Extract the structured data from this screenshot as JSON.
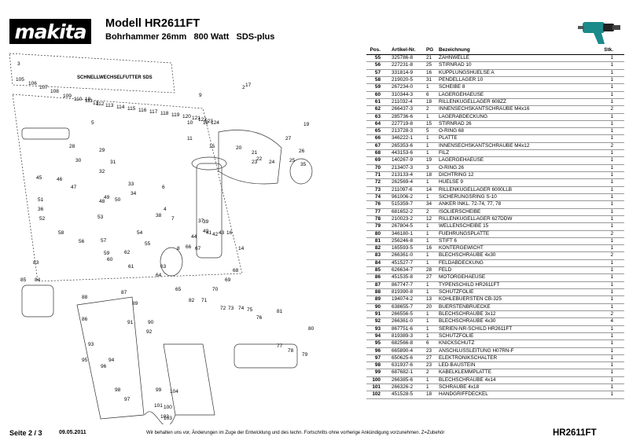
{
  "brand": "makita",
  "header": {
    "model": "Modell HR2611FT",
    "subtitle": "Bohrhammer 26mm   800 Watt   SDS-plus"
  },
  "diagram": {
    "caption": "SCHNELLWECHSELFUTTER SDS",
    "callouts": [
      {
        "num": "2"
      },
      {
        "num": "3"
      },
      {
        "num": "4"
      },
      {
        "num": "5"
      },
      {
        "num": "6"
      },
      {
        "num": "7"
      },
      {
        "num": "8"
      },
      {
        "num": "9"
      },
      {
        "num": "10"
      },
      {
        "num": "11"
      },
      {
        "num": "12"
      },
      {
        "num": "13"
      },
      {
        "num": "14"
      },
      {
        "num": "15"
      },
      {
        "num": "16"
      },
      {
        "num": "17"
      },
      {
        "num": "18"
      },
      {
        "num": "19"
      },
      {
        "num": "20"
      },
      {
        "num": "21"
      },
      {
        "num": "22"
      },
      {
        "num": "23"
      },
      {
        "num": "24"
      },
      {
        "num": "25"
      },
      {
        "num": "26"
      },
      {
        "num": "27"
      },
      {
        "num": "28"
      },
      {
        "num": "29"
      },
      {
        "num": "30"
      },
      {
        "num": "31"
      },
      {
        "num": "32"
      },
      {
        "num": "33"
      },
      {
        "num": "34"
      },
      {
        "num": "35"
      },
      {
        "num": "36"
      },
      {
        "num": "37"
      },
      {
        "num": "38"
      },
      {
        "num": "39"
      },
      {
        "num": "40"
      },
      {
        "num": "41"
      },
      {
        "num": "42"
      },
      {
        "num": "43"
      },
      {
        "num": "44"
      },
      {
        "num": "45"
      },
      {
        "num": "46"
      },
      {
        "num": "47"
      },
      {
        "num": "48"
      },
      {
        "num": "49"
      },
      {
        "num": "50"
      },
      {
        "num": "51"
      },
      {
        "num": "52"
      },
      {
        "num": "53"
      },
      {
        "num": "54"
      },
      {
        "num": "55"
      },
      {
        "num": "56"
      },
      {
        "num": "57"
      },
      {
        "num": "58"
      },
      {
        "num": "59"
      },
      {
        "num": "60"
      },
      {
        "num": "61"
      },
      {
        "num": "62"
      },
      {
        "num": "63"
      },
      {
        "num": "64"
      },
      {
        "num": "65"
      },
      {
        "num": "66"
      },
      {
        "num": "67"
      },
      {
        "num": "68"
      },
      {
        "num": "69"
      },
      {
        "num": "70"
      },
      {
        "num": "71"
      },
      {
        "num": "72"
      },
      {
        "num": "73"
      },
      {
        "num": "74"
      },
      {
        "num": "75"
      },
      {
        "num": "76"
      },
      {
        "num": "77"
      },
      {
        "num": "78"
      },
      {
        "num": "79"
      },
      {
        "num": "80"
      },
      {
        "num": "81"
      },
      {
        "num": "82"
      },
      {
        "num": "83"
      },
      {
        "num": "84"
      },
      {
        "num": "85"
      },
      {
        "num": "86"
      },
      {
        "num": "87"
      },
      {
        "num": "88"
      },
      {
        "num": "89"
      },
      {
        "num": "90"
      },
      {
        "num": "91"
      },
      {
        "num": "92"
      },
      {
        "num": "93"
      },
      {
        "num": "94"
      },
      {
        "num": "95"
      },
      {
        "num": "96"
      },
      {
        "num": "97"
      },
      {
        "num": "98"
      },
      {
        "num": "99"
      },
      {
        "num": "100"
      },
      {
        "num": "101"
      },
      {
        "num": "102"
      },
      {
        "num": "103"
      },
      {
        "num": "104"
      },
      {
        "num": "105"
      },
      {
        "num": "106"
      },
      {
        "num": "107"
      },
      {
        "num": "108"
      },
      {
        "num": "109"
      },
      {
        "num": "110"
      },
      {
        "num": "111"
      },
      {
        "num": "112"
      },
      {
        "num": "113"
      },
      {
        "num": "114"
      },
      {
        "num": "115"
      },
      {
        "num": "116"
      },
      {
        "num": "117"
      },
      {
        "num": "118"
      },
      {
        "num": "119"
      },
      {
        "num": "120"
      },
      {
        "num": "121"
      },
      {
        "num": "122"
      },
      {
        "num": "123"
      },
      {
        "num": "124"
      }
    ]
  },
  "parts_table": {
    "headers": {
      "pos": "Pos.",
      "art": "Artikel-Nr.",
      "pg": "PG",
      "desc": "Bezeichnung",
      "qty": "Stk."
    },
    "rows": [
      {
        "pos": "55",
        "art": "325786-8",
        "pg": "21",
        "desc": "ZAHNWELLE",
        "qty": "1"
      },
      {
        "pos": "56",
        "art": "227231-8",
        "pg": "25",
        "desc": "STIRNRAD 10",
        "qty": "1"
      },
      {
        "pos": "57",
        "art": "331814-9",
        "pg": "16",
        "desc": "KUPPLUNGSHUELSE A",
        "qty": "1"
      },
      {
        "pos": "58",
        "art": "219020-5",
        "pg": "31",
        "desc": "PENDELLAGER 10",
        "qty": "1"
      },
      {
        "pos": "59",
        "art": "267234-0",
        "pg": "1",
        "desc": "SCHEIBE 8",
        "qty": "1"
      },
      {
        "pos": "60",
        "art": "310344-3",
        "pg": "6",
        "desc": "LAGERGEHAEUSE",
        "qty": "1"
      },
      {
        "pos": "61",
        "art": "211032-4",
        "pg": "18",
        "desc": "RILLENKUGELLAGER 608ZZ",
        "qty": "1"
      },
      {
        "pos": "62",
        "art": "266437-3",
        "pg": "2",
        "desc": "INNENSECHSKANTSCHRAUBE M4x16",
        "qty": "2"
      },
      {
        "pos": "63",
        "art": "285736-6",
        "pg": "1",
        "desc": "LAGERABDECKUNG",
        "qty": "1"
      },
      {
        "pos": "64",
        "art": "227719-8",
        "pg": "15",
        "desc": "STIRNRAD 26",
        "qty": "1"
      },
      {
        "pos": "65",
        "art": "213728-3",
        "pg": "5",
        "desc": "O-RING 68",
        "qty": "1"
      },
      {
        "pos": "66",
        "art": "346222-1",
        "pg": "1",
        "desc": "PLATTE",
        "qty": "1"
      },
      {
        "pos": "67",
        "art": "265353-6",
        "pg": "1",
        "desc": "INNENSECHSKANTSCHRAUBE M4x12",
        "qty": "2"
      },
      {
        "pos": "68",
        "art": "443153-6",
        "pg": "1",
        "desc": "FILZ",
        "qty": "1"
      },
      {
        "pos": "69",
        "art": "140267-9",
        "pg": "19",
        "desc": "LAGERGEHAEUSE",
        "qty": "1"
      },
      {
        "pos": "70",
        "art": "213407-3",
        "pg": "3",
        "desc": "O-RING 26",
        "qty": "1"
      },
      {
        "pos": "71",
        "art": "213133-4",
        "pg": "18",
        "desc": "DICHTRING 12",
        "qty": "1"
      },
      {
        "pos": "72",
        "art": "262569-4",
        "pg": "1",
        "desc": "HUELSE 9",
        "qty": "1"
      },
      {
        "pos": "73",
        "art": "211097-6",
        "pg": "14",
        "desc": "RILLENKUGELLAGER 6000LLB",
        "qty": "1"
      },
      {
        "pos": "74",
        "art": "961006-2",
        "pg": "1",
        "desc": "SICHERUNGSRING S-10",
        "qty": "1"
      },
      {
        "pos": "76",
        "art": "515359-7",
        "pg": "34",
        "desc": "ANKER INKL. 72-74, 77, 78",
        "qty": "1"
      },
      {
        "pos": "77",
        "art": "681652-2",
        "pg": "2",
        "desc": "ISOLIERSCHEIBE",
        "qty": "1"
      },
      {
        "pos": "78",
        "art": "210023-2",
        "pg": "12",
        "desc": "RILLENKUGELLAGER 627DDW",
        "qty": "1"
      },
      {
        "pos": "79",
        "art": "267804-5",
        "pg": "1",
        "desc": "WELLENSCHEIBE 15",
        "qty": "1"
      },
      {
        "pos": "80",
        "art": "346180-1",
        "pg": "1",
        "desc": "FUEHRUNGSPLATTE",
        "qty": "2"
      },
      {
        "pos": "81",
        "art": "256246-8",
        "pg": "1",
        "desc": "STIFT 6",
        "qty": "1"
      },
      {
        "pos": "82",
        "art": "165593-5",
        "pg": "16",
        "desc": "KONTERGEWICHT",
        "qty": "1"
      },
      {
        "pos": "83",
        "art": "266361-0",
        "pg": "1",
        "desc": "BLECHSCHRAUBE 4x30",
        "qty": "2"
      },
      {
        "pos": "84",
        "art": "451527-7",
        "pg": "1",
        "desc": "FELDABDECKUNG",
        "qty": "1"
      },
      {
        "pos": "85",
        "art": "626634-7",
        "pg": "28",
        "desc": "FELD",
        "qty": "1"
      },
      {
        "pos": "86",
        "art": "451535-8",
        "pg": "27",
        "desc": "MOTORGEHAEUSE",
        "qty": "1"
      },
      {
        "pos": "87",
        "art": "867747-7",
        "pg": "1",
        "desc": "TYPENSCHILD HR2611FT",
        "qty": "1"
      },
      {
        "pos": "88",
        "art": "819390-8",
        "pg": "1",
        "desc": "SCHUTZFOLIE",
        "qty": "1"
      },
      {
        "pos": "89",
        "art": "194074-2",
        "pg": "13",
        "desc": "KOHLEBUERSTEN CB-325",
        "qty": "1"
      },
      {
        "pos": "90",
        "art": "638655-7",
        "pg": "20",
        "desc": "BUERSTENBRUECKE",
        "qty": "1"
      },
      {
        "pos": "91",
        "art": "266556-5",
        "pg": "1",
        "desc": "BLECHSCHRAUBE 3x12",
        "qty": "2"
      },
      {
        "pos": "92",
        "art": "266361-0",
        "pg": "1",
        "desc": "BLECHSCHRAUBE 4x30",
        "qty": "4"
      },
      {
        "pos": "93",
        "art": "867751-6",
        "pg": "1",
        "desc": "SERIEN-NR-SCHILD HR2611FT",
        "qty": "1"
      },
      {
        "pos": "94",
        "art": "819389-3",
        "pg": "1",
        "desc": "SCHUTZFOLIE",
        "qty": "1"
      },
      {
        "pos": "95",
        "art": "682566-8",
        "pg": "6",
        "desc": "KNICKSCHUTZ",
        "qty": "1"
      },
      {
        "pos": "96",
        "art": "665890-4",
        "pg": "23",
        "desc": "ANSCHLUSSLEITUNG H07RN-F",
        "qty": "1"
      },
      {
        "pos": "97",
        "art": "650625-6",
        "pg": "27",
        "desc": "ELEKTRONIKSCHALTER",
        "qty": "1"
      },
      {
        "pos": "98",
        "art": "631937-6",
        "pg": "23",
        "desc": "LED-BAUSTEIN",
        "qty": "1"
      },
      {
        "pos": "99",
        "art": "687682-1",
        "pg": "2",
        "desc": "KABELKLEMMPLATTE",
        "qty": "1"
      },
      {
        "pos": "100",
        "art": "266385-6",
        "pg": "1",
        "desc": "BLECHSCHRAUBE 4x14",
        "qty": "1"
      },
      {
        "pos": "101",
        "art": "266326-2",
        "pg": "1",
        "desc": "SCHRAUBE 4x18",
        "qty": "1"
      },
      {
        "pos": "102",
        "art": "451528-5",
        "pg": "18",
        "desc": "HANDGRIFFDECKEL",
        "qty": "1"
      }
    ]
  },
  "footer": {
    "page": "Seite 2 / 3",
    "date": "09.05.2011",
    "note": "Wir behalten uns vor, Änderungen im Zuge der Entwicklung und des techn. Fortschritts ohne vorherige Ankündigung vorzunehmen. Z=Zubehör",
    "model": "HR2611FT"
  },
  "colors": {
    "ink": "#000000",
    "line": "#333333",
    "paper": "#ffffff"
  }
}
